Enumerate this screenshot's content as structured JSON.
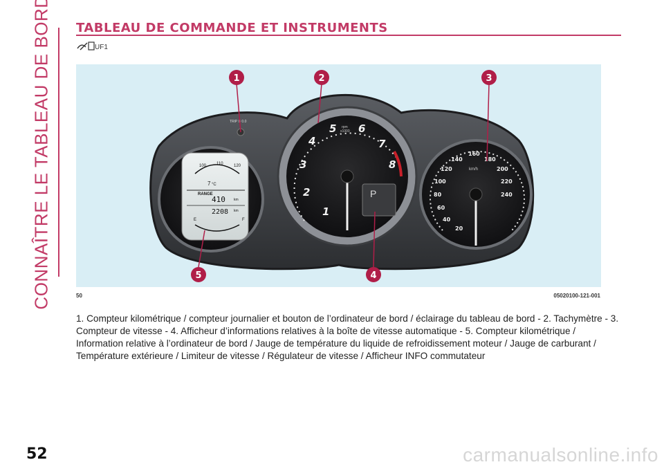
{
  "section_title": "CONNAÎTRE LE TABLEAU DE BORD",
  "header": {
    "title": "TABLEAU DE COMMANDE ET INSTRUMENTS"
  },
  "figure": {
    "page_label": "50",
    "ref_code": "05020100-121-001",
    "callouts": [
      "1",
      "2",
      "3",
      "4",
      "5"
    ],
    "tacho_numbers": [
      "1",
      "2",
      "3",
      "4",
      "5",
      "6",
      "7",
      "8"
    ],
    "tacho_unit": "rpm\nx1000",
    "speedo_numbers": [
      "20",
      "40",
      "60",
      "80",
      "100",
      "120",
      "140",
      "160",
      "180",
      "200",
      "220",
      "240"
    ],
    "speedo_unit": "km/h",
    "gear": "P",
    "lcd": {
      "temp_low": "100",
      "temp_mid": "110",
      "temp_high": "120",
      "outside_temp": "7",
      "outside_temp_unit": "°C",
      "range_label": "RANGE",
      "range_value": "410",
      "range_unit": "km",
      "odometer": "2208",
      "odometer_unit": "km",
      "fuel_e": "E",
      "fuel_f": "F"
    },
    "trip_label": "TRIP B 0.0"
  },
  "caption": "1. Compteur kilométrique / compteur journalier et bouton de l’ordinateur de bord / éclairage du tableau de bord - 2. Tachymètre - 3. Compteur de vitesse - 4. Afficheur d’informations relatives à la boîte de vitesse automatique - 5. Compteur kilométrique / Information relative à l’ordinateur de bord / Jauge de température du liquide de refroidissement moteur / Jauge de carburant / Température extérieure / Limiteur de vitesse / Régulateur de vitesse / Afficheur INFO commutateur",
  "page_number": "52",
  "watermark": "carmanualsonline.info",
  "icons": {
    "doc_icon": "service-manual-icon"
  },
  "colors": {
    "accent": "#c23a66",
    "figure_bg": "#d9eef5",
    "callout": "#b01e48"
  }
}
